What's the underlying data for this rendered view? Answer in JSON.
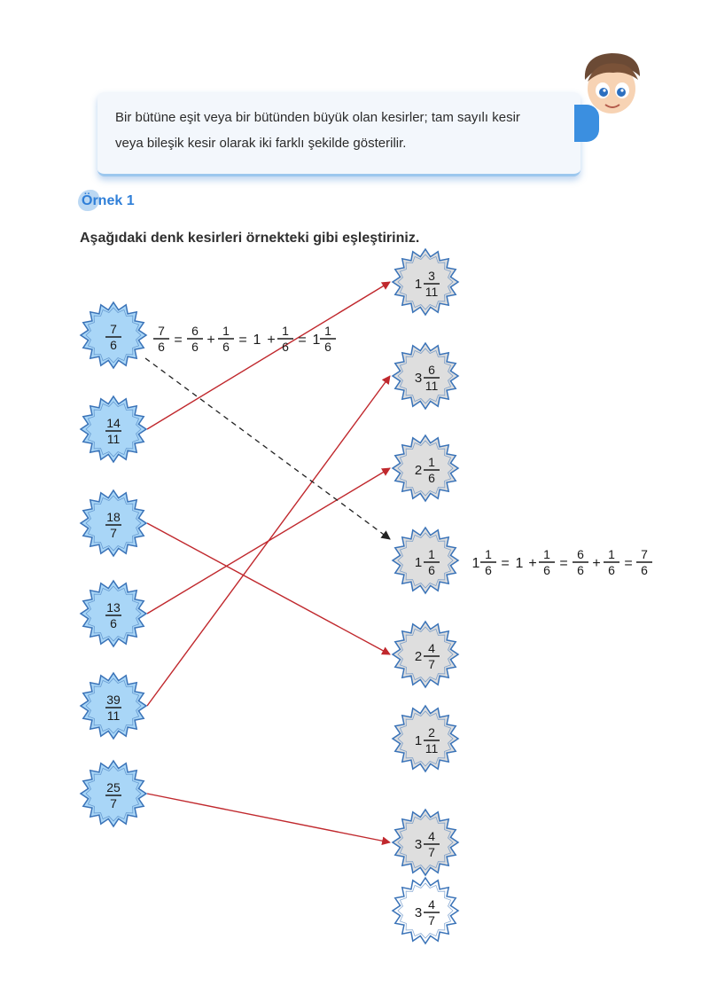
{
  "info": {
    "line1": "Bir bütüne eşit veya bir bütünden büyük olan kesirler; tam sayılı kesir",
    "line2": "veya bileşik kesir olarak iki farklı şekilde gösterilir."
  },
  "example_label": "Örnek 1",
  "instruction": "Aşağıdaki denk kesirleri örnekteki gibi eşleştiriniz.",
  "left_fractions": [
    {
      "num": "7",
      "den": "6"
    },
    {
      "num": "14",
      "den": "11"
    },
    {
      "num": "18",
      "den": "7"
    },
    {
      "num": "13",
      "den": "6"
    },
    {
      "num": "39",
      "den": "11"
    },
    {
      "num": "25",
      "den": "7"
    }
  ],
  "right_fractions": [
    {
      "whole": "1",
      "num": "3",
      "den": "11"
    },
    {
      "whole": "3",
      "num": "6",
      "den": "11"
    },
    {
      "whole": "2",
      "num": "1",
      "den": "6"
    },
    {
      "whole": "1",
      "num": "1",
      "den": "6"
    },
    {
      "whole": "2",
      "num": "4",
      "den": "7"
    },
    {
      "whole": "1",
      "num": "2",
      "den": "11"
    },
    {
      "whole": "3",
      "num": "4",
      "den": "7"
    },
    {
      "whole": "3",
      "num": "4",
      "den": "7"
    }
  ],
  "example_equation_left": {
    "eq": "=",
    "plus": "+",
    "one": "1",
    "t1": {
      "num": "7",
      "den": "6"
    },
    "t2": {
      "num": "6",
      "den": "6"
    },
    "t3": {
      "num": "1",
      "den": "6"
    },
    "t4": {
      "num": "1",
      "den": "6"
    },
    "result": {
      "whole": "1",
      "num": "1",
      "den": "6"
    }
  },
  "example_equation_right": {
    "eq": "=",
    "plus": "+",
    "one": "1",
    "start": {
      "whole": "1",
      "num": "1",
      "den": "6"
    },
    "t1": {
      "num": "1",
      "den": "6"
    },
    "t2": {
      "num": "6",
      "den": "6"
    },
    "t3": {
      "num": "1",
      "den": "6"
    },
    "result": {
      "num": "7",
      "den": "6"
    }
  },
  "colors": {
    "left_badge": "#a9d6f7",
    "right_badge": "#dedede",
    "last_badge": "#ffffff",
    "badge_border": "#3a73b8",
    "arrow": "#c0282d",
    "dashed": "#222222"
  }
}
